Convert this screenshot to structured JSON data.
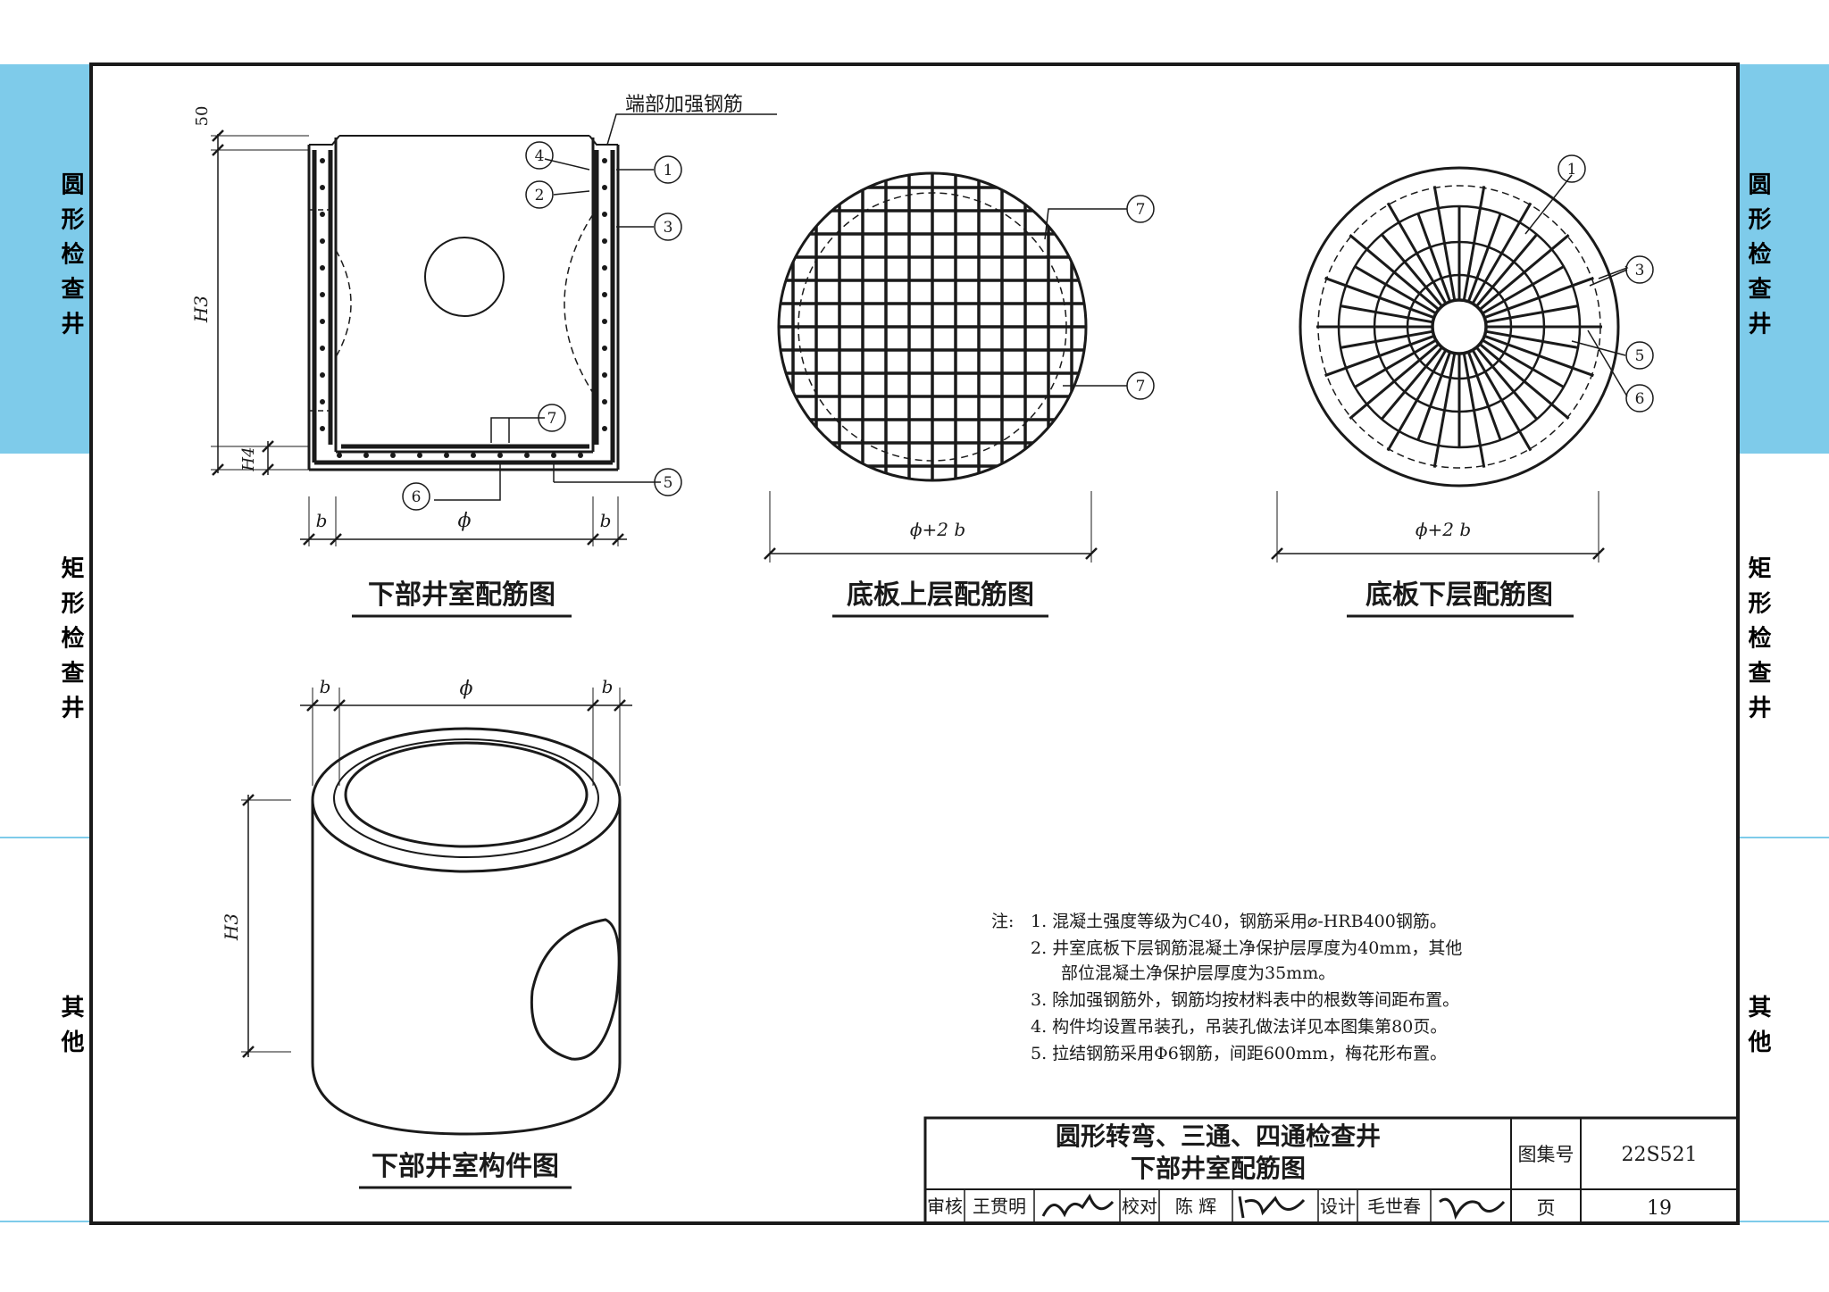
{
  "side_tabs": {
    "left": [
      "圆形检查井",
      "矩形检查井",
      "其他"
    ],
    "right": [
      "圆形检查井",
      "矩形检查井",
      "其他"
    ]
  },
  "colors": {
    "tab_blue": "#7ecbea",
    "line": "#1a1a1a"
  },
  "figures": {
    "fig1": {
      "title": "下部井室配筋图",
      "callout": "端部加强钢筋",
      "dim_top": "50",
      "dim_h3": "H3",
      "dim_h4": "H4",
      "dim_b": "b",
      "dim_phi": "ϕ",
      "markers": [
        "1",
        "2",
        "3",
        "4",
        "5",
        "6",
        "7"
      ]
    },
    "fig2": {
      "title": "底板上层配筋图",
      "dim": "ϕ+2 b",
      "markers": [
        "7",
        "7"
      ]
    },
    "fig3": {
      "title": "底板下层配筋图",
      "dim": "ϕ+2 b",
      "markers": [
        "1",
        "3",
        "5",
        "6"
      ]
    },
    "fig4": {
      "title": "下部井室构件图",
      "dim_b": "b",
      "dim_phi": "ϕ",
      "dim_h3": "H3"
    }
  },
  "notes": {
    "label": "注:",
    "items": [
      "1. 混凝土强度等级为C40，钢筋采用⌀-HRB400钢筋。",
      "2. 井室底板下层钢筋混凝土净保护层厚度为40mm，其他",
      "部位混凝土净保护层厚度为35mm。",
      "3. 除加强钢筋外，钢筋均按材料表中的根数等间距布置。",
      "4. 构件均设置吊装孔，吊装孔做法详见本图集第80页。",
      "5. 拉结钢筋采用Φ6钢筋，间距600mm，梅花形布置。"
    ]
  },
  "title_block": {
    "title_line1": "圆形转弯、三通、四通检查井",
    "title_line2": "下部井室配筋图",
    "atlas_label": "图集号",
    "atlas_no": "22S521",
    "page_label": "页",
    "page_no": "19",
    "review_label": "审核",
    "reviewer": "王贯明",
    "check_label": "校对",
    "checker": "陈 辉",
    "design_label": "设计",
    "designer": "毛世春"
  }
}
